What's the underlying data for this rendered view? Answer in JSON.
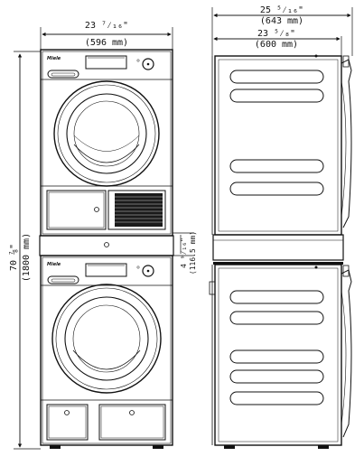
{
  "dimensions": {
    "top_front_in": "23 ⁷⁄₁₆\"",
    "top_front_mm": "(596 mm)",
    "total_depth_in": "25 ⁵⁄₁₆\"",
    "total_depth_mm": "(643 mm)",
    "body_depth_in": "23 ⁵⁄₈\"",
    "body_depth_mm": "(600 mm)",
    "height_in": "70 ⅞\"",
    "height_mm": "(1800 mm)",
    "gap_in": "4 ⁹⁄₁₆\"",
    "gap_mm": "(116.5 mm)"
  },
  "brand": {
    "logo_top": "Miele",
    "logo_bottom": "Miele"
  }
}
